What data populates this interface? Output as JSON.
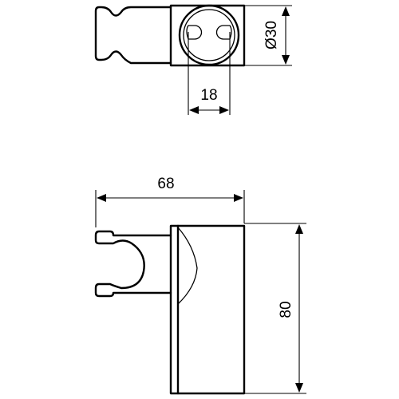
{
  "dimensions": {
    "diameter": "Ø30",
    "slot_width": "18",
    "overall_width": "68",
    "height": "80"
  }
}
